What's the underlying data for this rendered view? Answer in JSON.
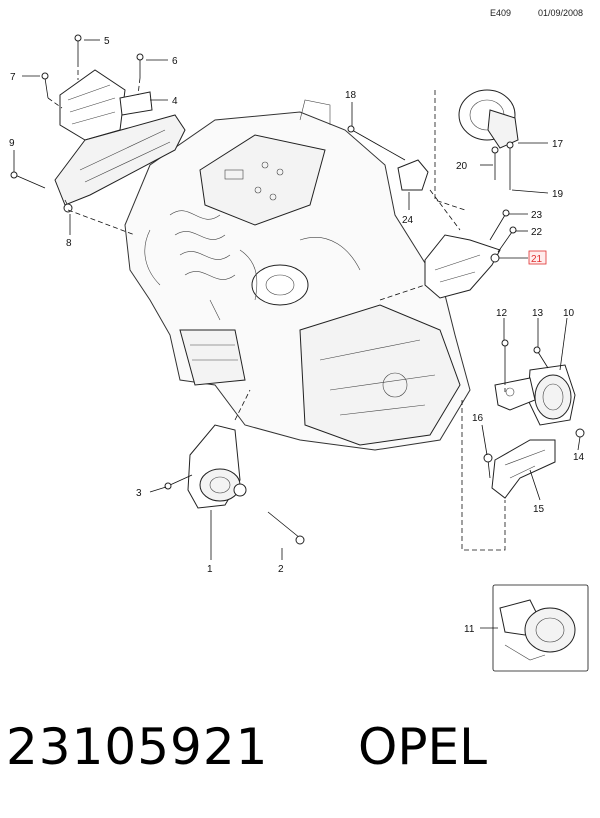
{
  "header": {
    "code": "E409",
    "date": "01/09/2008"
  },
  "callouts": {
    "c1": "1",
    "c2": "2",
    "c3": "3",
    "c4": "4",
    "c5": "5",
    "c6": "6",
    "c7": "7",
    "c8": "8",
    "c9": "9",
    "c10": "10",
    "c11": "11",
    "c12": "12",
    "c13": "13",
    "c14": "14",
    "c15": "15",
    "c16": "16",
    "c17": "17",
    "c18": "18",
    "c19": "19",
    "c20": "20",
    "c21": "21",
    "c22": "22",
    "c23": "23",
    "c24": "24"
  },
  "footer": {
    "part_number": "23105921",
    "brand": "OPEL"
  },
  "colors": {
    "highlight": "#e03030",
    "line": "#111111"
  }
}
